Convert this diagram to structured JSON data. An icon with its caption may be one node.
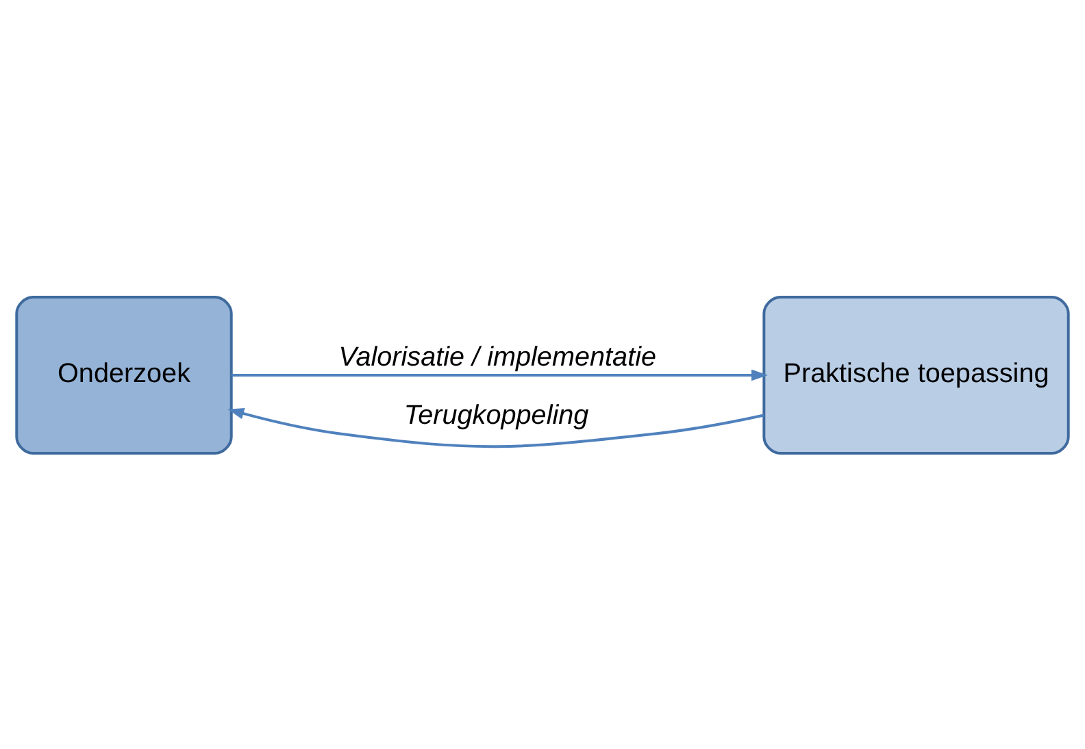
{
  "diagram": {
    "nodes": [
      {
        "text": [
          "Onderzoek"
        ]
      },
      {
        "text": [
          "Praktische toepassing"
        ]
      }
    ],
    "edges": [
      {
        "from": 0,
        "to": 1,
        "arrow": "to",
        "label": "Valorisatie / implementatie"
      },
      {
        "from": 1,
        "to": 0,
        "arrow": "to",
        "label": "Terugkoppeling"
      }
    ]
  }
}
